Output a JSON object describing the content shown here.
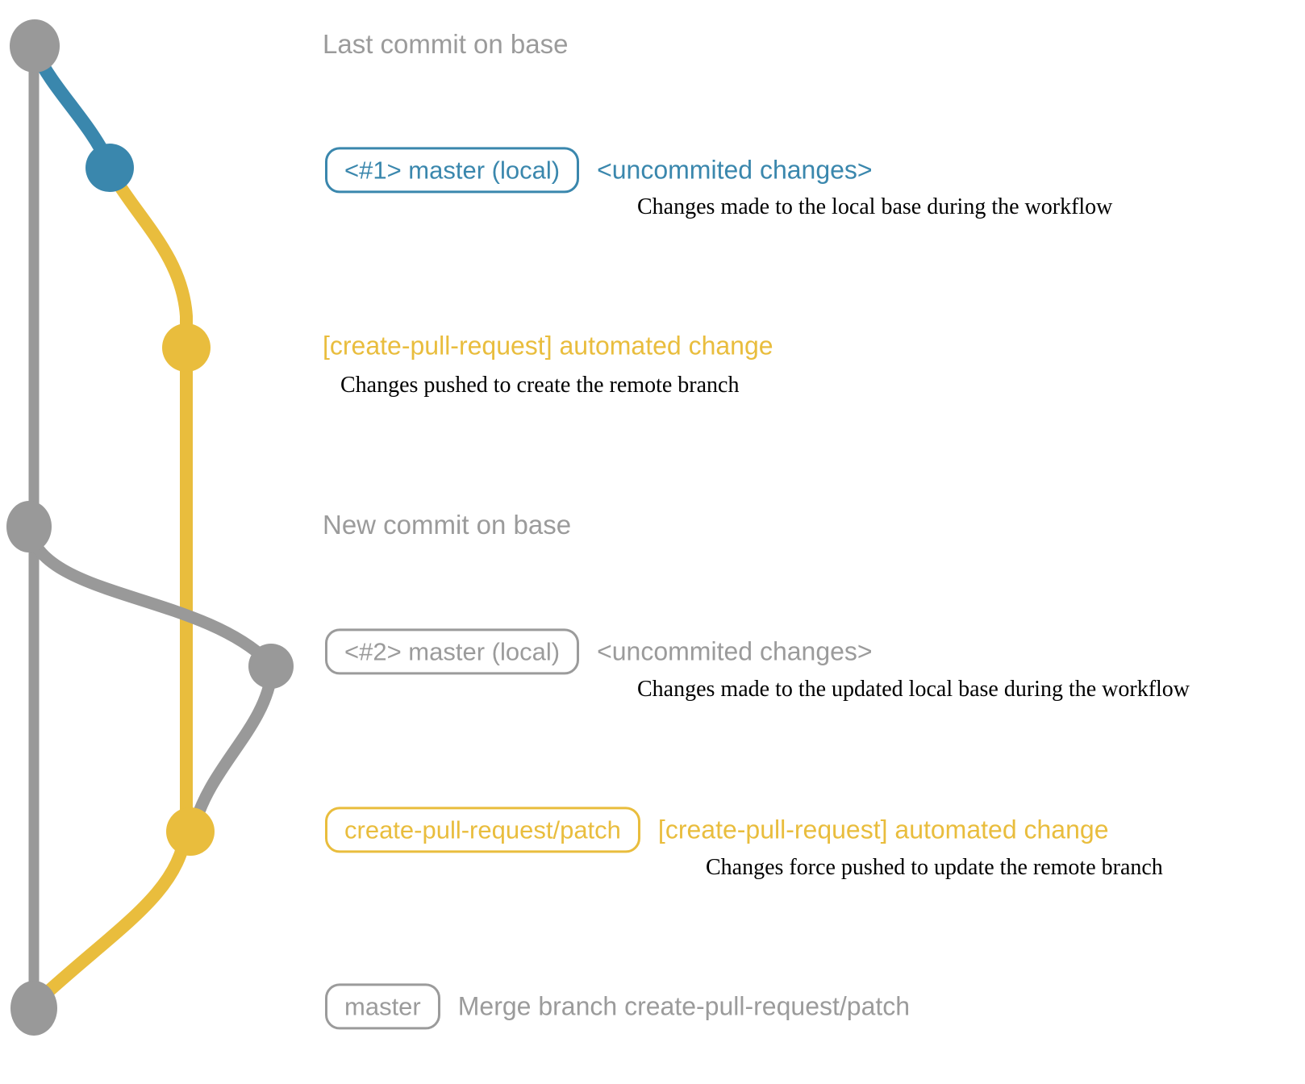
{
  "diagram": {
    "kind": "git-branch-workflow",
    "colors": {
      "base_gray": "#999999",
      "gray_text": "#9b9b9b",
      "local_blue": "#3a87ad",
      "patch_yellow": "#e9bd3d",
      "description_black": "#000000"
    },
    "annotations": {
      "last_commit": "Last commit on base",
      "new_commit": "New commit on base"
    },
    "rows": [
      {
        "badge": "<#1> master (local)",
        "title": "<uncommited changes>",
        "desc": "Changes made to the local base during the workflow",
        "color": "blue"
      },
      {
        "badge": "",
        "title": "[create-pull-request] automated change",
        "desc": "Changes pushed to create the remote branch",
        "color": "yellow"
      },
      {
        "badge": "<#2> master (local)",
        "title": "<uncommited changes>",
        "desc": "Changes made to the updated local base during the workflow",
        "color": "gray"
      },
      {
        "badge": "create-pull-request/patch",
        "title": "[create-pull-request] automated change",
        "desc": "Changes force pushed to update the remote branch",
        "color": "yellow"
      },
      {
        "badge": "master",
        "title": "Merge branch create-pull-request/patch",
        "desc": "",
        "color": "gray"
      }
    ],
    "commits": [
      {
        "name": "last-commit-on-base",
        "branch": "base",
        "color": "#999999"
      },
      {
        "name": "uncommited-changes-1",
        "branch": "local",
        "color": "#3a87ad"
      },
      {
        "name": "automated-change-1",
        "branch": "patch",
        "color": "#e9bd3d"
      },
      {
        "name": "new-commit-on-base",
        "branch": "base",
        "color": "#999999"
      },
      {
        "name": "uncommited-changes-2",
        "branch": "local",
        "color": "#999999"
      },
      {
        "name": "automated-change-2",
        "branch": "patch",
        "color": "#e9bd3d"
      },
      {
        "name": "merge-commit",
        "branch": "base",
        "color": "#999999"
      }
    ]
  }
}
